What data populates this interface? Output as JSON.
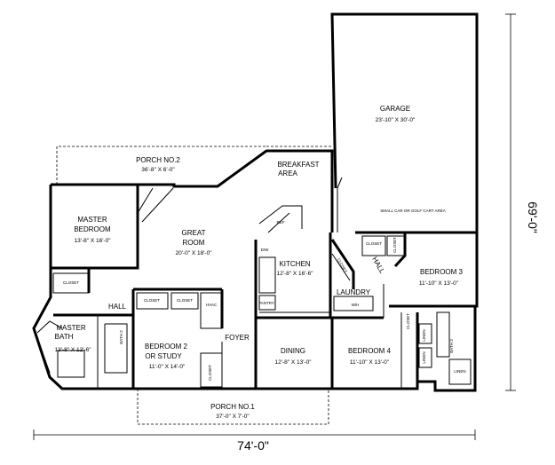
{
  "overall_width": "74'-0\"",
  "overall_depth": "69'-0\"",
  "garage": {
    "name": "GARAGE",
    "dims": "23'-10\" X 30'-0\"",
    "note": "SMALL CAR OR GOLF CART AREA"
  },
  "porch2": {
    "name": "PORCH NO.2",
    "dims": "36'-8\" X 6'-0\""
  },
  "porch1": {
    "name": "PORCH NO.1",
    "dims": "37'-0\" X 7'-0\""
  },
  "breakfast": {
    "name": "BREAKFAST",
    "name2": "AREA"
  },
  "master_bedroom": {
    "name": "MASTER",
    "name2": "BEDROOM",
    "dims": "13'-8\" X 16'-0\""
  },
  "great_room": {
    "name": "GREAT",
    "name2": "ROOM",
    "dims": "20'-0\" X 18'-0\""
  },
  "kitchen": {
    "name": "KITCHEN",
    "dims": "12'-8\" X 16'-6\""
  },
  "bedroom3": {
    "name": "BEDROOM 3",
    "dims": "11'-10\" X 13'-0\""
  },
  "laundry": {
    "name": "LAUNDRY"
  },
  "hall": {
    "label": "HALL"
  },
  "closet": {
    "label": "CLOSET"
  },
  "master_bath": {
    "name": "MASTER",
    "name2": "BATH",
    "dims": "13'-8\" X 12'-6\""
  },
  "bath2": {
    "label": "BATH 2"
  },
  "bath3": {
    "label": "BATH 3"
  },
  "bedroom2": {
    "name": "BEDROOM 2",
    "name2": "OR STUDY",
    "dims": "11'-0\" X 14'-0\""
  },
  "foyer": {
    "name": "FOYER"
  },
  "dining": {
    "name": "DINING",
    "dims": "12'-8\" X 13'-0\""
  },
  "bedroom4": {
    "name": "BEDROOM 4",
    "dims": "11'-10\" X 13'-0\""
  },
  "small_labels": {
    "closet": "CLOSET",
    "linen": "LINEN",
    "pantry": "PANTRY",
    "wh": "W/H",
    "dw": "D/W",
    "ref": "REF",
    "hvac": "HVAC"
  }
}
